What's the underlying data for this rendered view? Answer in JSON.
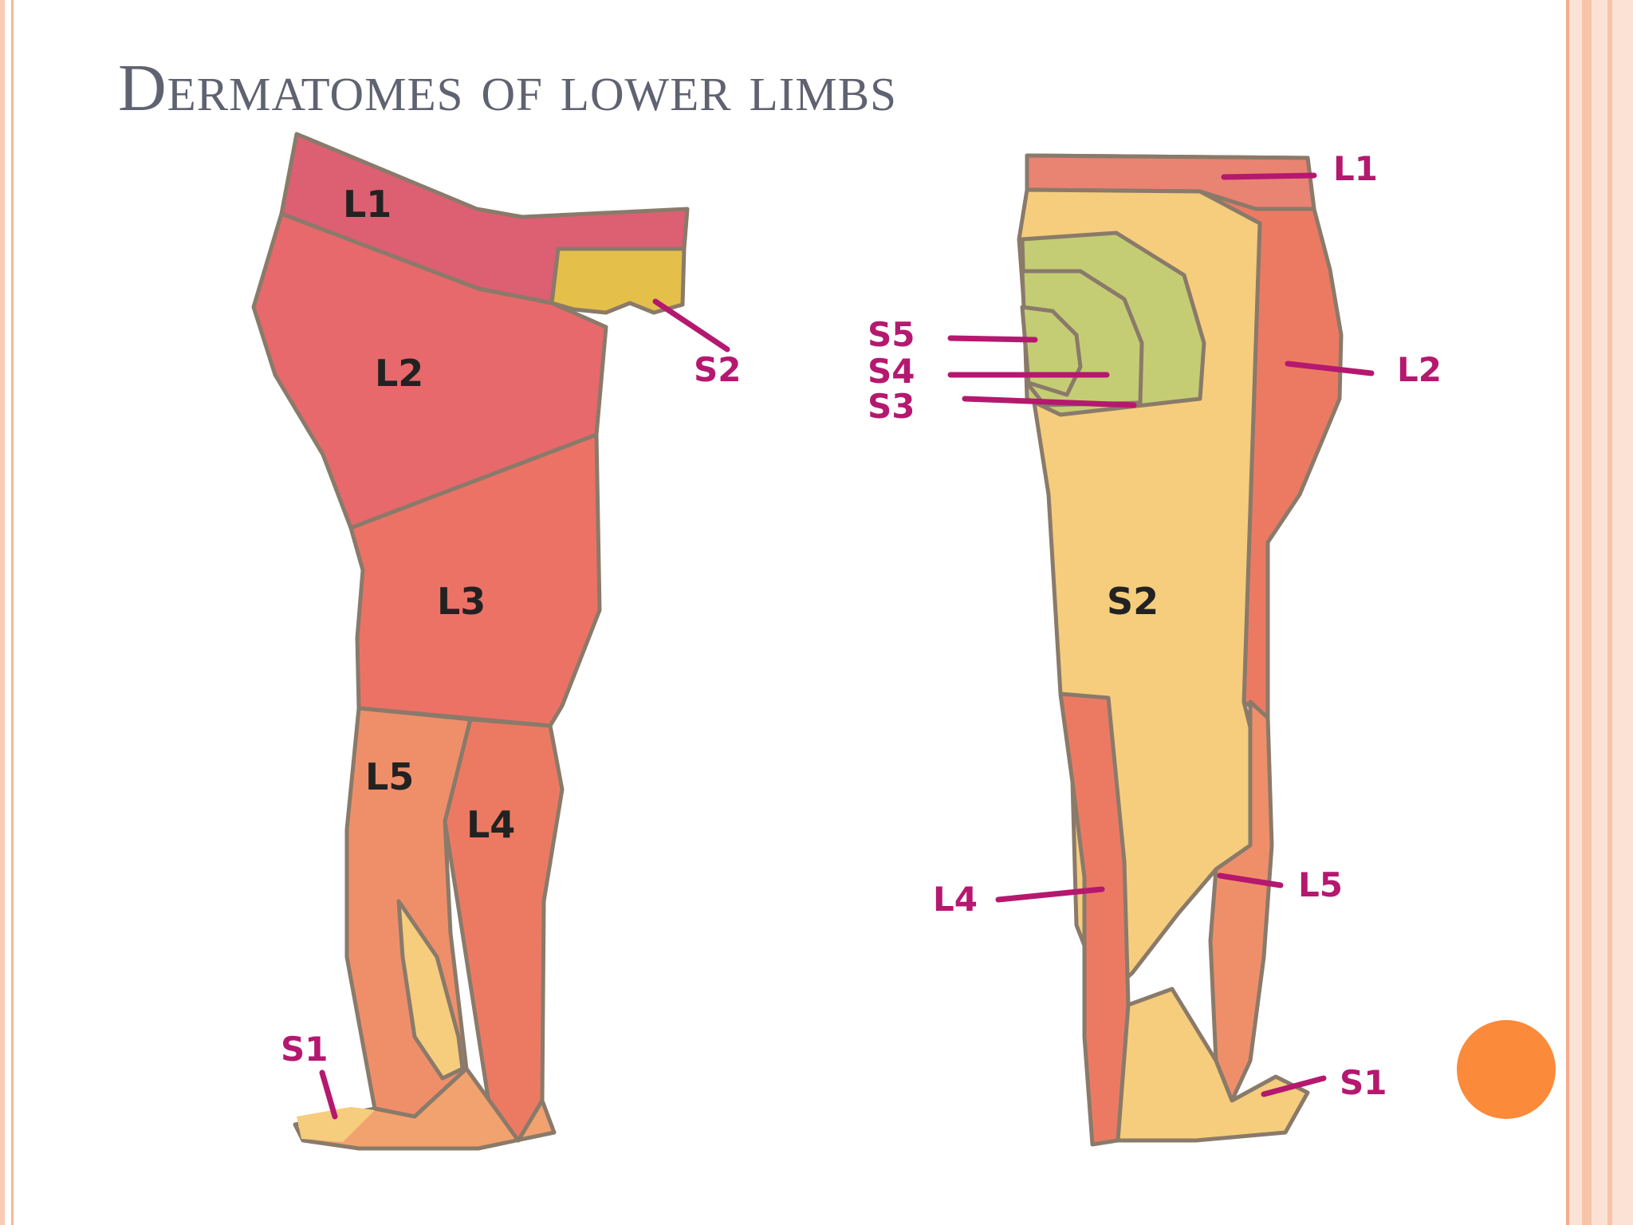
{
  "slide": {
    "title": "Dermatomes of lower limbs"
  },
  "colors": {
    "lumbar_red": "#e7696b",
    "l1_pink": "#dd5f72",
    "l3_salmon": "#ec7266",
    "leg_orange": "#ef8f6a",
    "sacral_yellow": "#f5cd7c",
    "gluteal_green": "#c4cd74",
    "pointer_magenta": "#b5186f",
    "title_gray": "#5f6270",
    "accent_orange": "#fb8a3a"
  },
  "anterior_view": {
    "labels": {
      "l1": "L1",
      "l2": "L2",
      "l3": "L3",
      "l4": "L4",
      "l5": "L5"
    },
    "pointers": {
      "s2": "S2",
      "s1": "S1"
    }
  },
  "posterior_view": {
    "labels": {
      "s2": "S2"
    },
    "pointers": {
      "l1": "L1",
      "l2": "L2",
      "s5": "S5",
      "s4": "S4",
      "s3": "S3",
      "l4": "L4",
      "l5": "L5",
      "s1": "S1"
    }
  }
}
